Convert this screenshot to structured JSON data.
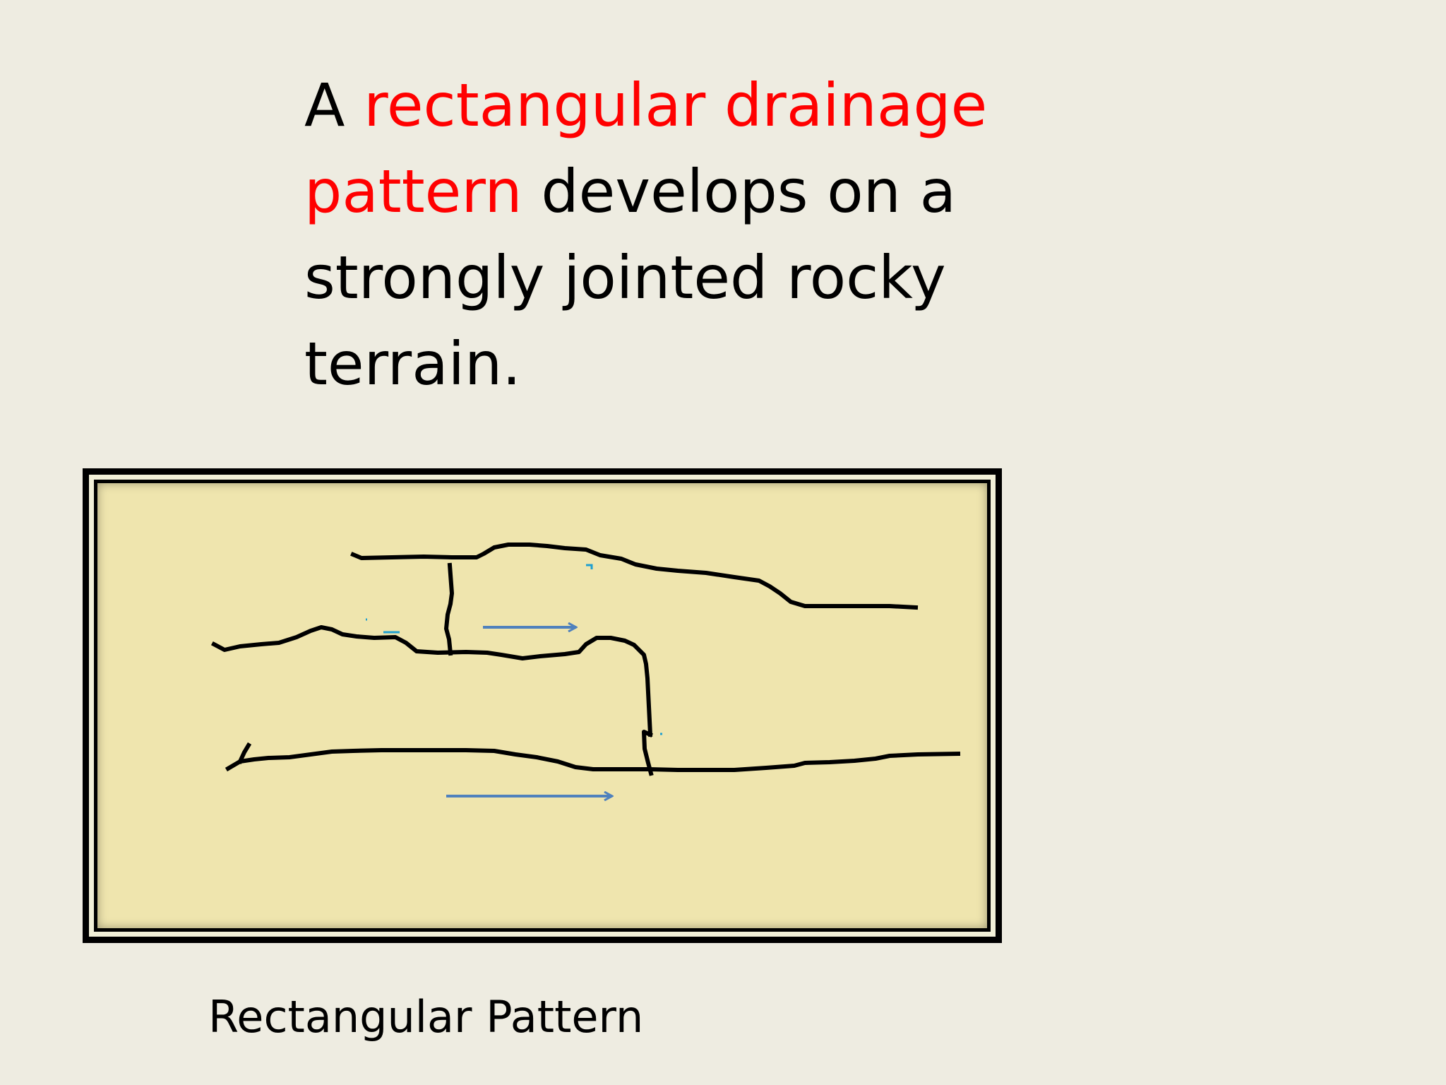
{
  "slide": {
    "text_prefix": "A ",
    "highlight": "rectangular drainage pattern",
    "text_suffix": " develops on a strongly jointed rocky terrain.",
    "highlight_color": "#ff0000",
    "background_color": "#eeece1"
  },
  "figure": {
    "panel_color": "#efe5ae",
    "stream_color": "#000000",
    "flow_arrow_color": "#4f81bd",
    "flow_arrow_icon": "arrow-right-icon",
    "caption": "Rectangular Pattern"
  }
}
